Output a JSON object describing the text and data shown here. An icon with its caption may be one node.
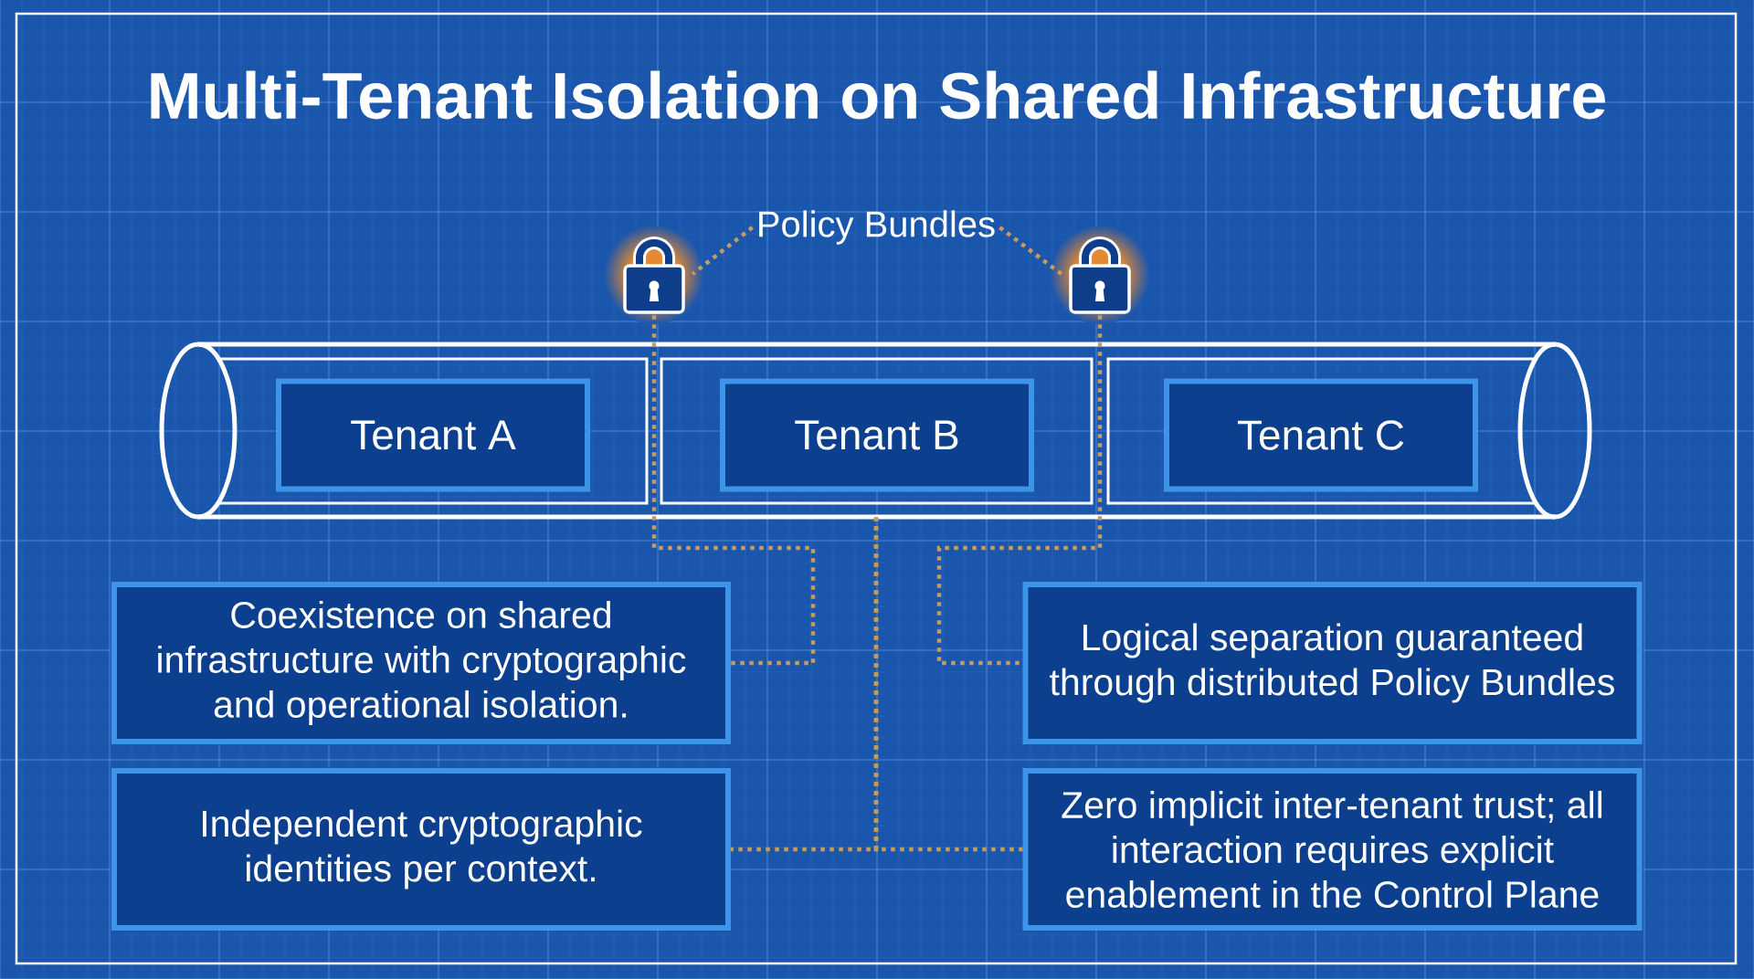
{
  "diagram": {
    "title": "Multi-Tenant Isolation on Shared Infrastructure",
    "nodes": [
      {
        "text": [
          "Policy Bundles"
        ]
      },
      {
        "text": [],
        "shape": "padlock"
      },
      {
        "text": [],
        "shape": "padlock"
      },
      {
        "text": [],
        "shape": "cylinder"
      },
      {
        "text": [
          "Tenant A"
        ],
        "in": 3
      },
      {
        "text": [
          "Tenant B"
        ],
        "in": 3
      },
      {
        "text": [
          "Tenant C"
        ],
        "in": 3
      },
      {
        "text": [
          "Coexistence on shared infrastructure with cryptographic and operational isolation."
        ]
      },
      {
        "text": [
          "Logical separation guaranteed through distributed Policy Bundles"
        ]
      },
      {
        "text": [
          "Independent cryptographic identities per context."
        ]
      },
      {
        "text": [
          "Zero implicit inter-tenant trust; all interaction requires explicit enablement in the Control Plane"
        ]
      }
    ],
    "edges": [
      {
        "from": 0,
        "to": 1,
        "arrow": "none",
        "style": "dashed"
      },
      {
        "from": 0,
        "to": 2,
        "arrow": "none",
        "style": "dashed"
      },
      {
        "from": 1,
        "to": 7,
        "arrow": "none",
        "style": "dashed"
      },
      {
        "from": 2,
        "to": 8,
        "arrow": "none",
        "style": "dashed"
      },
      {
        "from": 3,
        "to": 9,
        "arrow": "none",
        "style": "dashed"
      },
      {
        "from": 3,
        "to": 10,
        "arrow": "none",
        "style": "dashed"
      }
    ]
  }
}
